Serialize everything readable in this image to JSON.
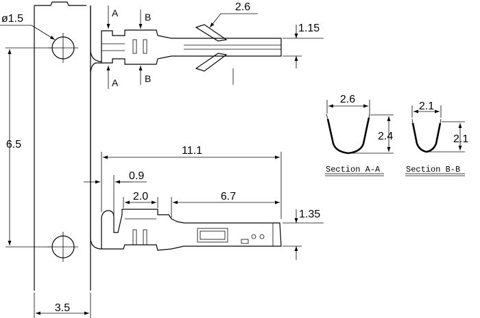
{
  "dimensions": {
    "hole_diameter": "ø1.5",
    "pitch": "6.5",
    "carrier_width": "3.5",
    "top_width": "2.6",
    "top_height": "1.15",
    "total_length": "11.1",
    "offset": "0.9",
    "crimp_length": "2.0",
    "contact_length": "6.7",
    "contact_height": "1.35"
  },
  "section_a": {
    "title": "Section A-A",
    "width": "2.6",
    "height": "2.4"
  },
  "section_b": {
    "title": "Section B-B",
    "width": "2.1",
    "height": "2.1"
  },
  "cut_labels": {
    "a": "A",
    "b": "B"
  }
}
